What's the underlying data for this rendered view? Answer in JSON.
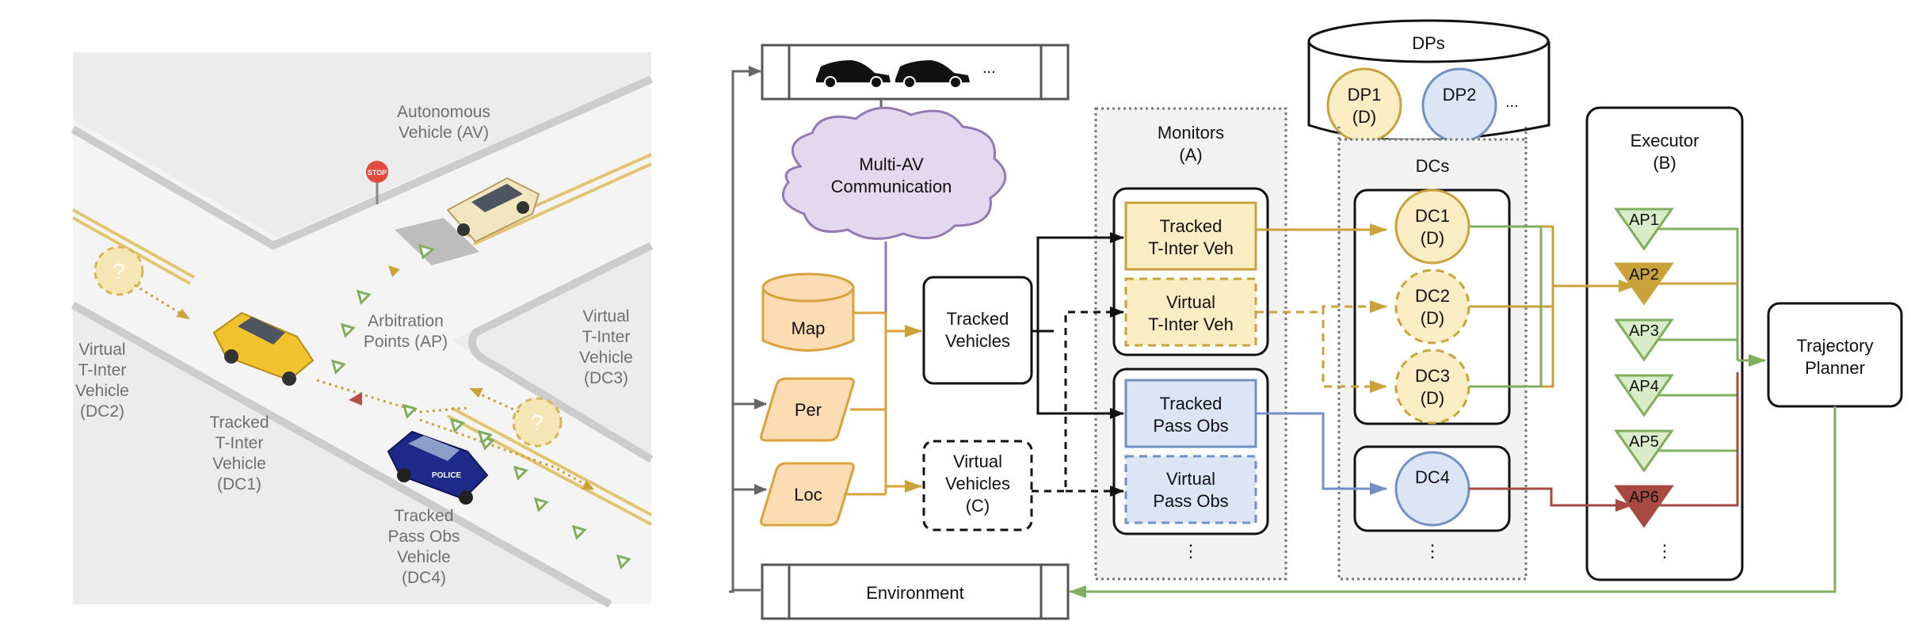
{
  "scene": {
    "labels": {
      "av": [
        "Autonomous",
        "Vehicle (AV)"
      ],
      "ap": [
        "Arbitration",
        "Points (AP)"
      ],
      "vt_dc3": [
        "Virtual",
        "T-Inter",
        "Vehicle",
        "(DC3)"
      ],
      "vt_dc2": [
        "Virtual",
        "T-Inter",
        "Vehicle",
        "(DC2)"
      ],
      "tt_dc1": [
        "Tracked",
        "T-Inter",
        "Vehicle",
        "(DC1)"
      ],
      "tp_dc4": [
        "Tracked",
        "Pass Obs",
        "Vehicle",
        "(DC4)"
      ]
    },
    "stop_sign": "STOP",
    "police_text": "POLICE",
    "question_mark": "?"
  },
  "diagram": {
    "ellipsis": "...",
    "vertical_ellipsis": "⋮",
    "environment": "Environment",
    "multi_av": [
      "Multi-AV",
      "Communication"
    ],
    "map": "Map",
    "per": "Per",
    "loc": "Loc",
    "tracked_vehicles": [
      "Tracked",
      "Vehicles"
    ],
    "virtual_vehicles": [
      "Virtual",
      "Vehicles",
      "(C)"
    ],
    "monitors": [
      "Monitors",
      "(A)"
    ],
    "monitor_items": {
      "tracked_tinter": [
        "Tracked",
        "T-Inter Veh"
      ],
      "virtual_tinter": [
        "Virtual",
        "T-Inter Veh"
      ],
      "tracked_pass": [
        "Tracked",
        "Pass Obs"
      ],
      "virtual_pass": [
        "Virtual",
        "Pass Obs"
      ]
    },
    "dps": "DPs",
    "dp1": [
      "DP1",
      "(D)"
    ],
    "dp2": "DP2",
    "dcs": "DCs",
    "dc1": [
      "DC1",
      "(D)"
    ],
    "dc2": [
      "DC2",
      "(D)"
    ],
    "dc3": [
      "DC3",
      "(D)"
    ],
    "dc4": "DC4",
    "executor": [
      "Executor",
      "(B)"
    ],
    "aps": [
      "AP1",
      "AP2",
      "AP3",
      "AP4",
      "AP5",
      "AP6"
    ],
    "trajectory_planner": [
      "Trajectory",
      "Planner"
    ]
  },
  "colors": {
    "yellow_stroke": "#c9a23a",
    "yellow_fill": "#fbedc3",
    "orange_stroke": "#d9a23c",
    "orange_fill": "#fcdcb3",
    "blue_stroke": "#7191c4",
    "blue_fill": "#dbe5f6",
    "green_stroke": "#7fae5c",
    "green_fill": "#d8ecc9",
    "red_stroke": "#b2524a",
    "red_fill": "#a84a41",
    "purple_stroke": "#9478b3",
    "purple_fill": "#e4d8ee",
    "gray_line": "#6b6b6b"
  }
}
